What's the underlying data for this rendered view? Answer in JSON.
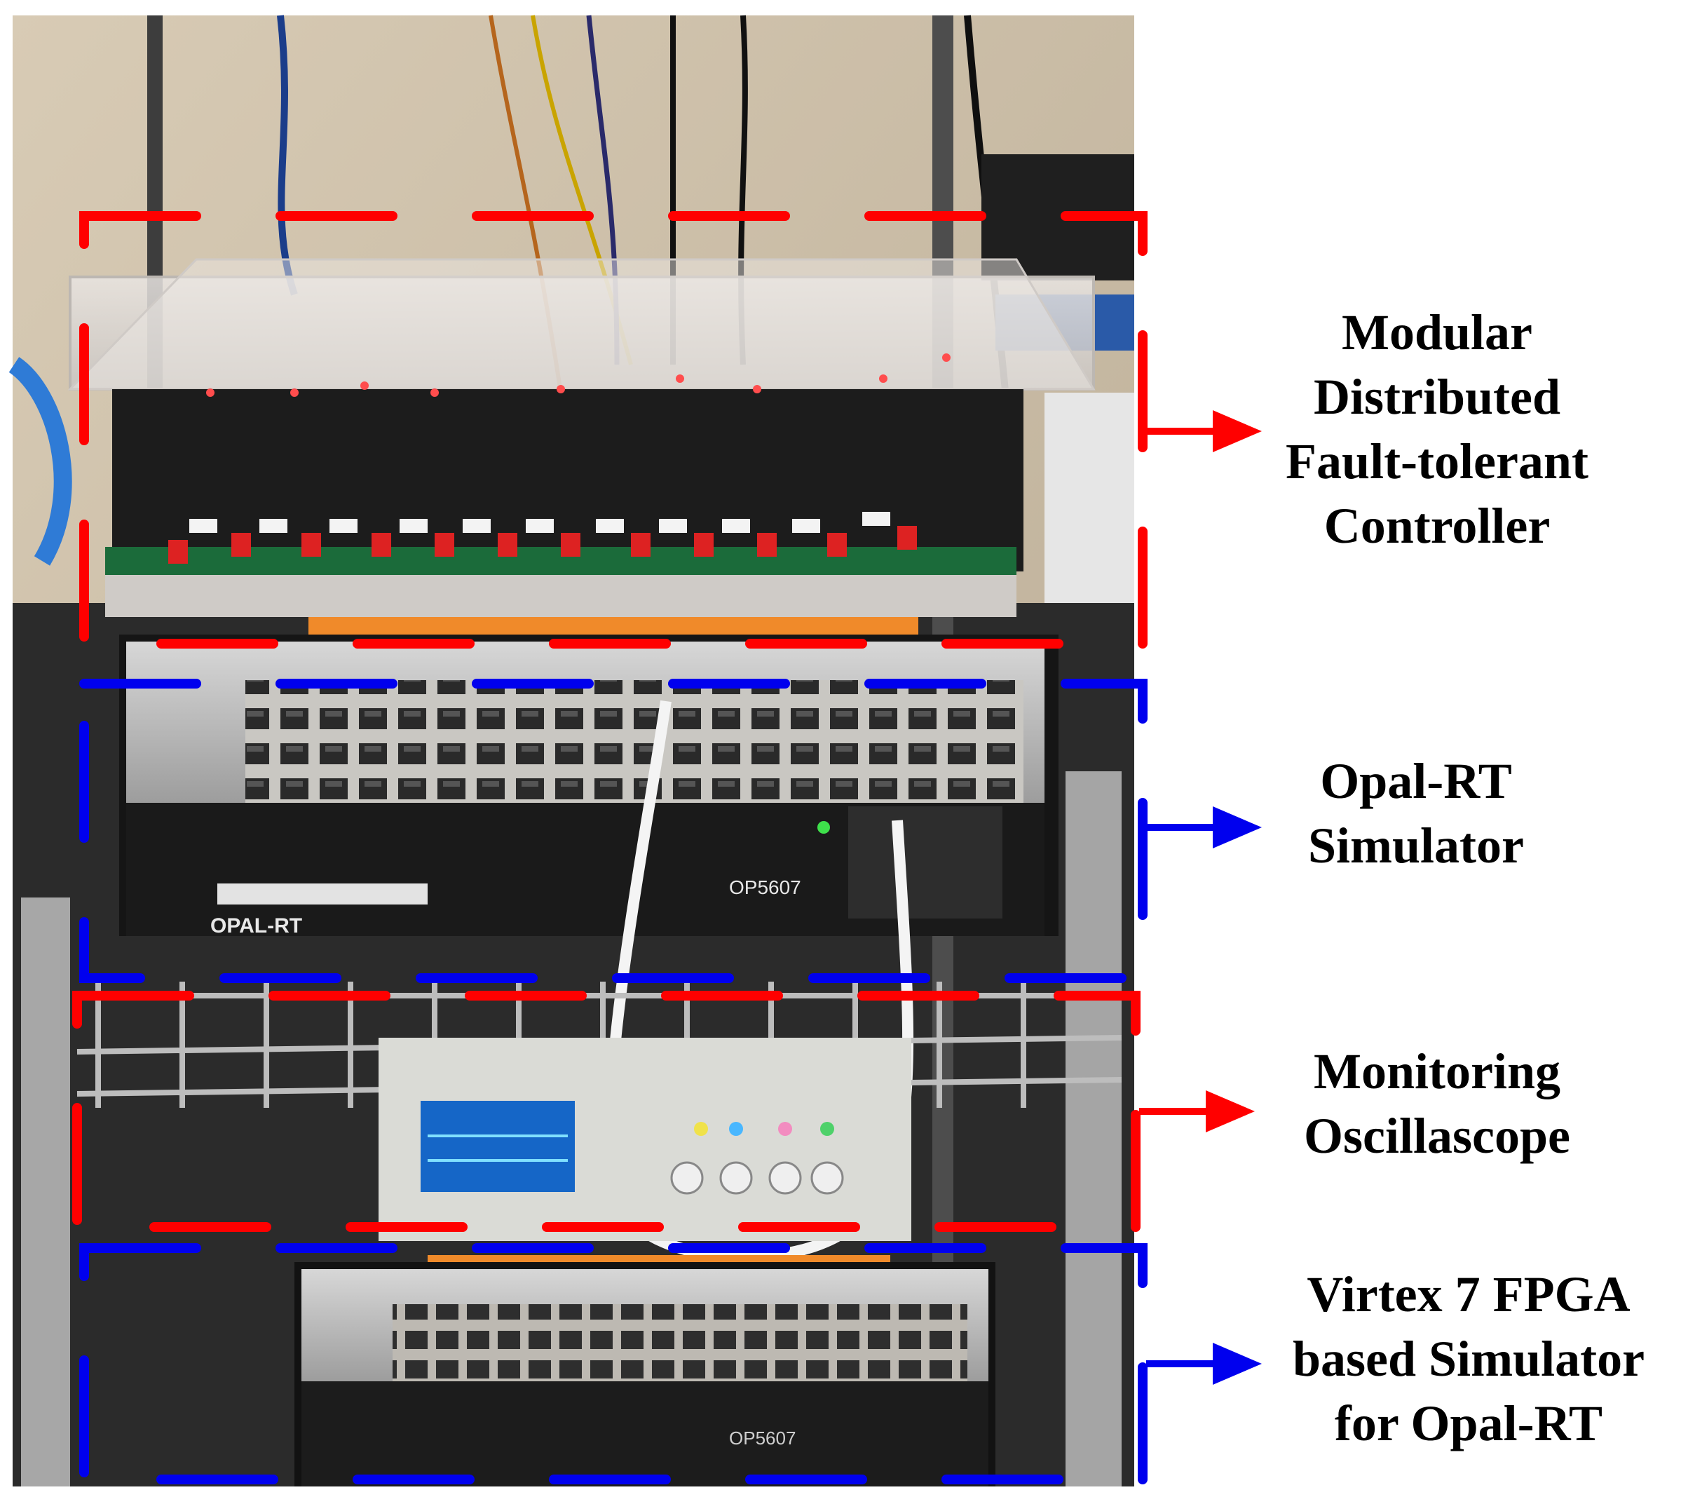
{
  "photo": {
    "description_icon": "lab-rack-photo",
    "devices": [
      "controller",
      "simulator",
      "oscilloscope",
      "fpga-simulator"
    ],
    "brand_texts": {
      "opalrt_logo": "OPAL-RT",
      "model_top": "OP5607",
      "model_bottom": "OP5607"
    }
  },
  "annotations": [
    {
      "id": "controller",
      "color": "#ff0000",
      "lines": [
        "Modular",
        "Distributed",
        "Fault-tolerant",
        "Controller"
      ]
    },
    {
      "id": "simulator",
      "color": "#0000ee",
      "lines": [
        "Opal-RT",
        "Simulator"
      ]
    },
    {
      "id": "oscilloscope",
      "color": "#ff0000",
      "lines": [
        "Monitoring",
        "Oscillascope"
      ]
    },
    {
      "id": "fpga",
      "color": "#0000ee",
      "lines": [
        "Virtex 7 FPGA",
        "based Simulator",
        "for Opal-RT"
      ]
    }
  ],
  "colors": {
    "red": "#ff0000",
    "blue": "#0000ee"
  }
}
